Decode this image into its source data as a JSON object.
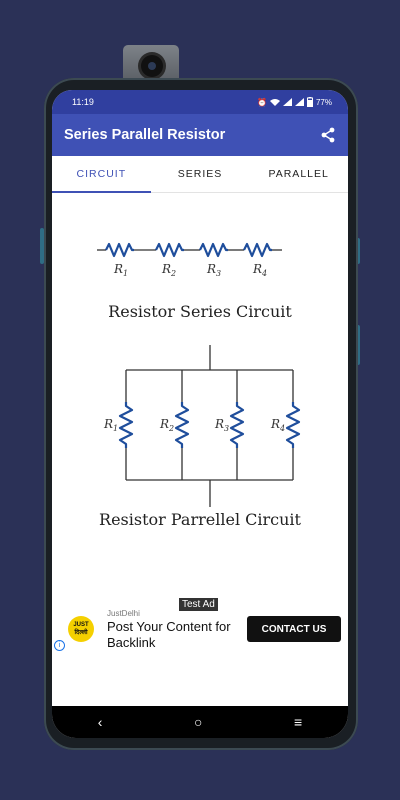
{
  "status_bar": {
    "time": "11:19",
    "battery": "77%"
  },
  "app_bar": {
    "title": "Series Parallel Resistor",
    "share_icon": "share-icon"
  },
  "tabs": [
    {
      "label": "CIRCUIT",
      "active": true
    },
    {
      "label": "SERIES",
      "active": false
    },
    {
      "label": "PARALLEL",
      "active": false
    }
  ],
  "series_diagram": {
    "labels": [
      "R1",
      "R2",
      "R3",
      "R4"
    ],
    "caption": "Resistor Series Circuit"
  },
  "parallel_diagram": {
    "labels": [
      "R1",
      "R2",
      "R3",
      "R4"
    ],
    "caption": "Resistor Parrellel Circuit"
  },
  "ad": {
    "tag": "Test Ad",
    "logo_line1": "JUST",
    "logo_line2": "दिल्ली",
    "advertiser": "JustDelhi",
    "headline": "Post Your Content for Backlink",
    "cta": "CONTACT US",
    "info_icon": "info-icon"
  },
  "nav_bar": {
    "back": "‹",
    "home": "○",
    "recents": "≡"
  },
  "colors": {
    "primary": "#3f51b5",
    "primary_dark": "#303f9f",
    "resistor": "#1f4e9c",
    "background": "#2b3157"
  }
}
